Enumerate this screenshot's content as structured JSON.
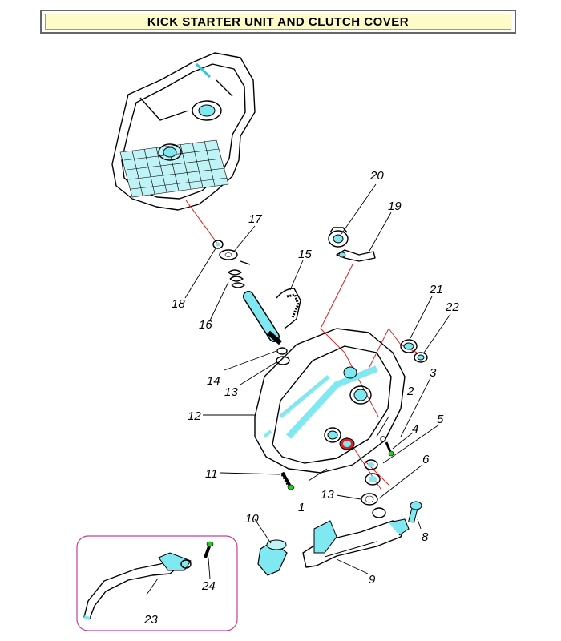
{
  "title": "KICK STARTER UNIT AND CLUTCH COVER",
  "colors": {
    "title_fill": "#fdfbc8",
    "accent_cyan": "#7fe8f0",
    "leader_red": "#e02020",
    "kit_border": "#c040a0",
    "bolt_green": "#22cc22"
  },
  "parts": [
    {
      "id": "1",
      "label": "1"
    },
    {
      "id": "2",
      "label": "2"
    },
    {
      "id": "3",
      "label": "3"
    },
    {
      "id": "4",
      "label": "4"
    },
    {
      "id": "5",
      "label": "5"
    },
    {
      "id": "6",
      "label": "6"
    },
    {
      "id": "8",
      "label": "8"
    },
    {
      "id": "9",
      "label": "9"
    },
    {
      "id": "10",
      "label": "10"
    },
    {
      "id": "11",
      "label": "11"
    },
    {
      "id": "12",
      "label": "12"
    },
    {
      "id": "13a",
      "label": "13"
    },
    {
      "id": "13b",
      "label": "13"
    },
    {
      "id": "14",
      "label": "14"
    },
    {
      "id": "15",
      "label": "15"
    },
    {
      "id": "16",
      "label": "16"
    },
    {
      "id": "17",
      "label": "17"
    },
    {
      "id": "18",
      "label": "18"
    },
    {
      "id": "19",
      "label": "19"
    },
    {
      "id": "20",
      "label": "20"
    },
    {
      "id": "21",
      "label": "21"
    },
    {
      "id": "22",
      "label": "22"
    },
    {
      "id": "23",
      "label": "23"
    },
    {
      "id": "24",
      "label": "24"
    }
  ]
}
